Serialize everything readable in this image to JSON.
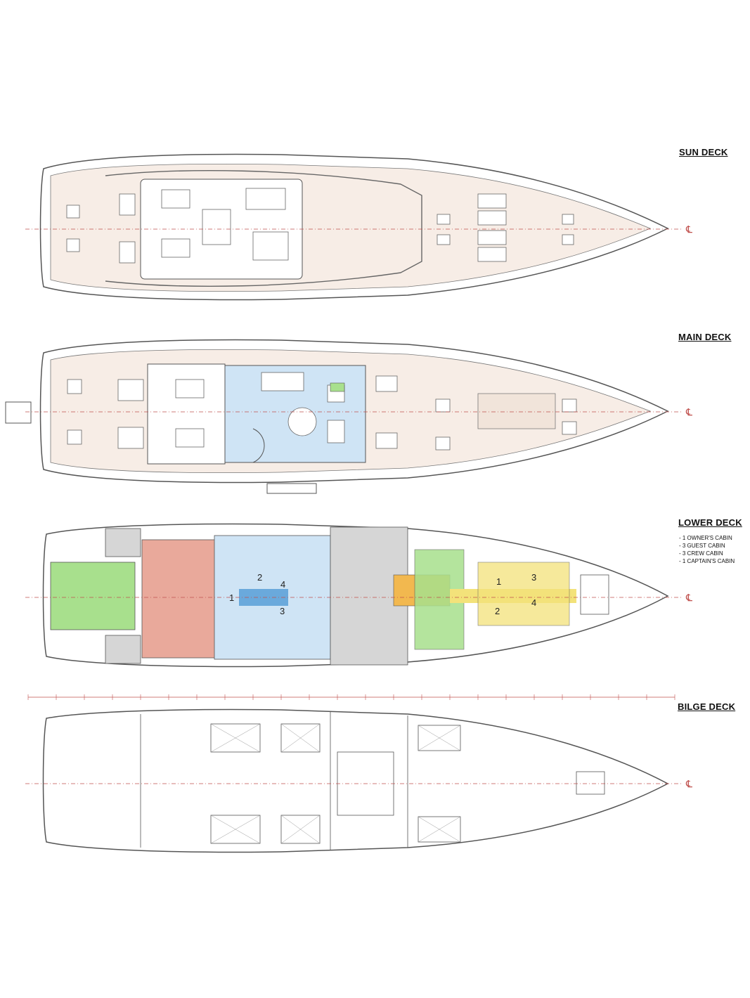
{
  "decks": [
    {
      "title": "SUN DECK"
    },
    {
      "title": "MAIN DECK"
    },
    {
      "title": "LOWER DECK"
    },
    {
      "title": "BILGE DECK"
    }
  ],
  "lower_deck_specs": [
    "- 1 OWNER'S CABIN",
    "- 3 GUEST CABIN",
    "- 3 CREW CABIN",
    "- 1 CAPTAIN'S CABIN"
  ],
  "centerline_symbol": "℄",
  "cabin_numbers": {
    "guest": [
      "1",
      "2",
      "3",
      "4"
    ],
    "crew": [
      "1",
      "2",
      "3",
      "4"
    ]
  },
  "colors": {
    "hull_outline": "#555555",
    "deck_fill": "#f7ede6",
    "interior_blue": "#cfe4f5",
    "owner_pink": "#e9a99b",
    "technical_grey": "#d6d6d6",
    "storage_green": "#a8e08d",
    "crew_yellow": "#f3e27a",
    "galley_orange": "#f2b84f",
    "centerline_red": "#c0504d"
  }
}
